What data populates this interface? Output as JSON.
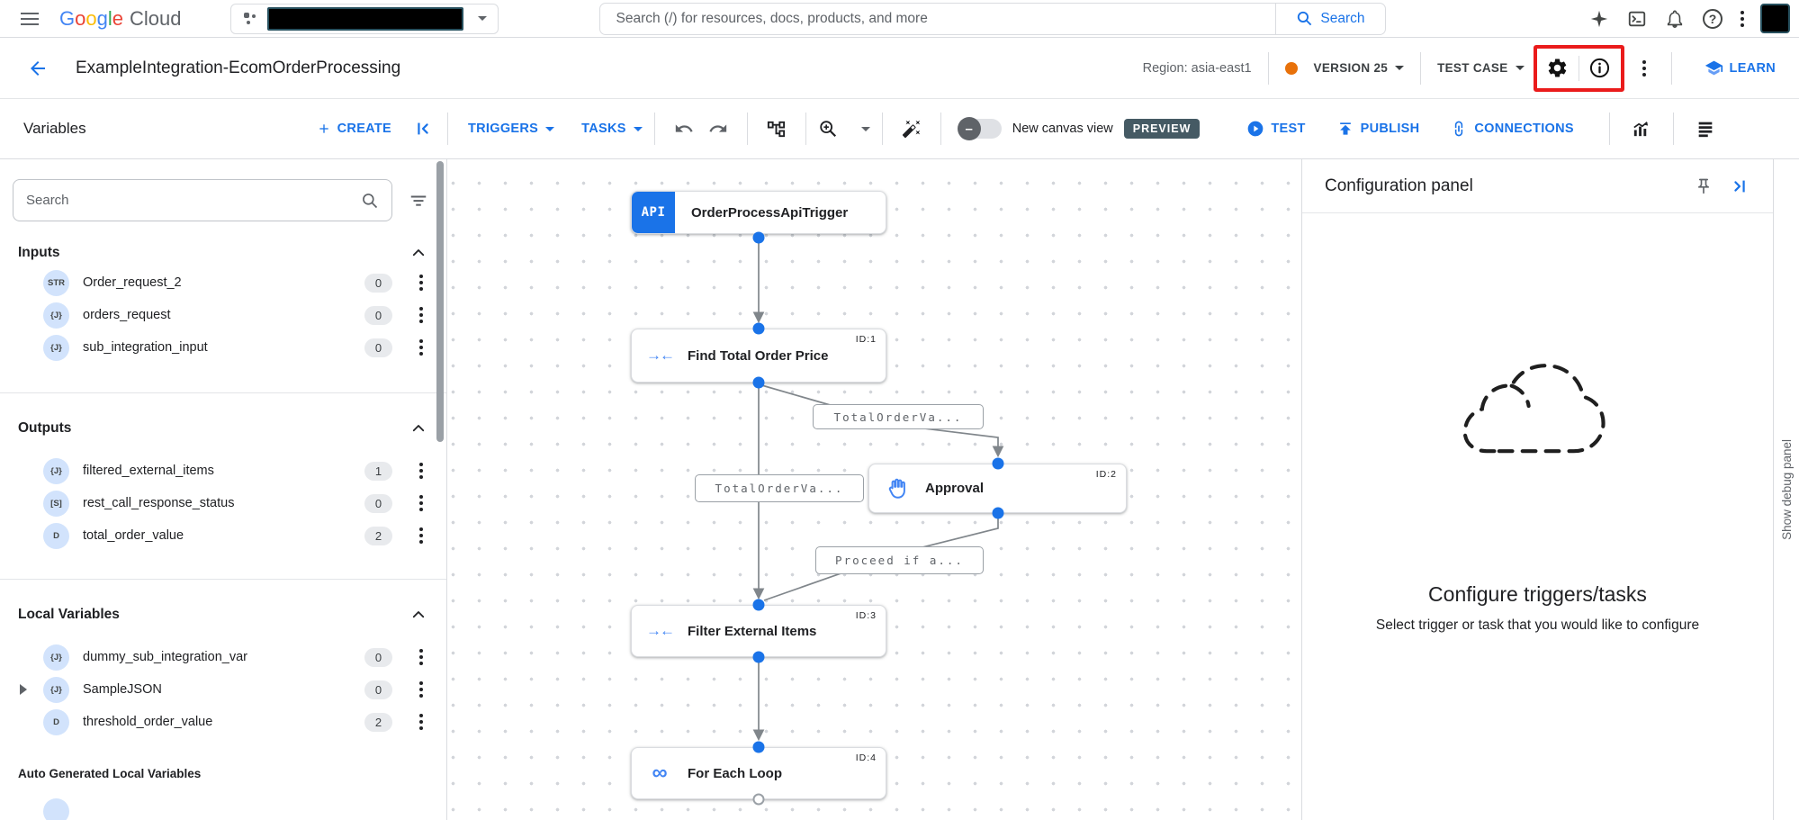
{
  "topbar": {
    "logo_google": "Google",
    "logo_cloud": "Cloud",
    "search_placeholder": "Search (/) for resources, docs, products, and more",
    "search_button": "Search"
  },
  "titlebar": {
    "title": "ExampleIntegration-EcomOrderProcessing",
    "region": "Region: asia-east1",
    "version": "VERSION 25",
    "test_case": "TEST CASE",
    "learn": "LEARN"
  },
  "toolbar": {
    "variables_title": "Variables",
    "create": "CREATE",
    "triggers": "TRIGGERS",
    "tasks": "TASKS",
    "new_canvas_view": "New canvas view",
    "preview_badge": "PREVIEW",
    "test": "TEST",
    "publish": "PUBLISH",
    "connections": "CONNECTIONS"
  },
  "sidebar": {
    "search_placeholder": "Search",
    "sections": [
      {
        "title": "Inputs",
        "items": [
          {
            "type": "STR",
            "name": "Order_request_2",
            "count": "0"
          },
          {
            "type": "{J}",
            "name": "orders_request",
            "count": "0"
          },
          {
            "type": "{J}",
            "name": "sub_integration_input",
            "count": "0"
          }
        ]
      },
      {
        "title": "Outputs",
        "items": [
          {
            "type": "{J}",
            "name": "filtered_external_items",
            "count": "1"
          },
          {
            "type": "[S]",
            "name": "rest_call_response_status",
            "count": "0"
          },
          {
            "type": "D",
            "name": "total_order_value",
            "count": "2"
          }
        ]
      },
      {
        "title": "Local Variables",
        "items": [
          {
            "type": "{J}",
            "name": "dummy_sub_integration_var",
            "count": "0"
          },
          {
            "type": "{J}",
            "name": "SampleJSON",
            "count": "0"
          },
          {
            "type": "D",
            "name": "threshold_order_value",
            "count": "2"
          }
        ]
      }
    ],
    "auto_generated_title": "Auto Generated Local Variables"
  },
  "canvas": {
    "nodes": [
      {
        "title": "OrderProcessApiTrigger",
        "badge": "API"
      },
      {
        "title": "Find Total Order Price",
        "task_id": "ID:1"
      },
      {
        "title": "Approval",
        "task_id": "ID:2"
      },
      {
        "title": "Filter External Items",
        "task_id": "ID:3"
      },
      {
        "title": "For Each Loop",
        "task_id": "ID:4"
      }
    ],
    "edge_labels": [
      "TotalOrderVa...",
      "TotalOrderVa...",
      "Proceed if a..."
    ]
  },
  "config_panel": {
    "title": "Configuration panel",
    "heading": "Configure triggers/tasks",
    "subheading": "Select trigger or task that you would like to configure"
  },
  "debug_panel_label": "Show debug panel",
  "icons": {
    "mapping_glyph": "→←",
    "loop_glyph": "∞",
    "help_glyph": "?",
    "minus_glyph": "–"
  },
  "colors": {
    "accent": "#1a73e8",
    "annotation_red": "#ea1b1b",
    "version_dot": "#e8710a",
    "preview_badge_bg": "#455a64"
  }
}
